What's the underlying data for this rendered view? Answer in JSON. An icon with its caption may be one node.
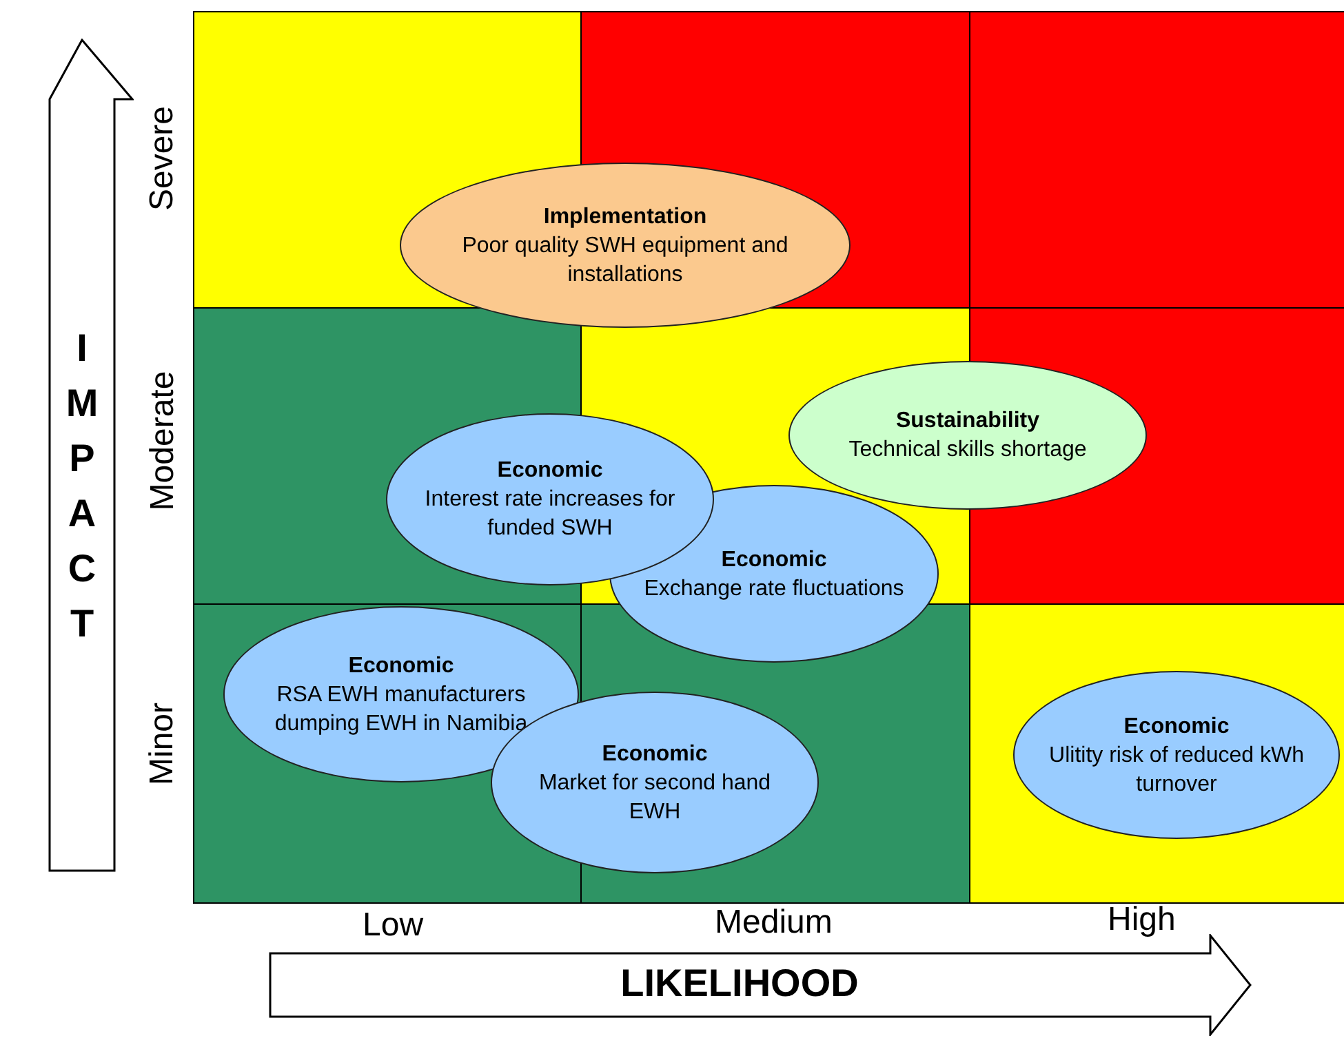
{
  "diagram": {
    "nodes": [
      {
        "text": [
          "Implementation",
          "Poor quality SWH equipment and installations"
        ]
      },
      {
        "text": [
          "Sustainability",
          "Technical skills shortage"
        ]
      },
      {
        "text": [
          "Economic",
          "Interest rate increases for funded SWH"
        ]
      },
      {
        "text": [
          "Economic",
          "Exchange rate fluctuations"
        ]
      },
      {
        "text": [
          "Economic",
          "RSA EWH manufacturers dumping EWH in Namibia"
        ]
      },
      {
        "text": [
          "Economic",
          "Ulitity risk of reduced kWh turnover"
        ]
      },
      {
        "text": [
          "Economic",
          "Market for second hand EWH"
        ]
      },
      {
        "text": [
          "IMPACT"
        ]
      },
      {
        "text": [
          "LIKELIHOOD"
        ]
      }
    ],
    "edges": [],
    "labels": [
      "Severe",
      "Moderate",
      "Minor",
      "Low",
      "Medium",
      "High"
    ]
  }
}
